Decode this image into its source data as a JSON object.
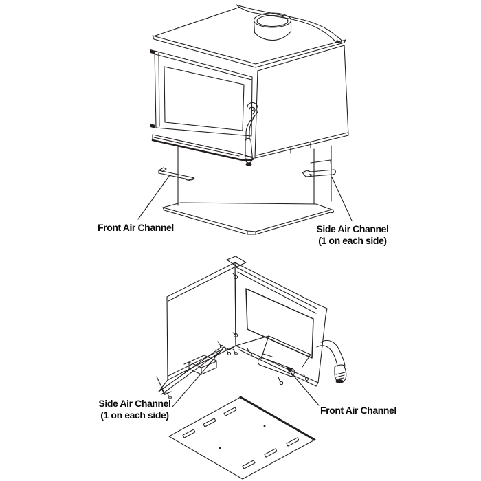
{
  "colors": {
    "line": "#231f20",
    "background": "#ffffff",
    "text": "#0a0a0a"
  },
  "figures": {
    "top": {
      "front_air_channel_label": "Front Air Channel",
      "side_air_channel_label_line1": "Side Air Channel",
      "side_air_channel_label_line2": "(1 on each side)"
    },
    "bottom": {
      "side_air_channel_label_line1": "Side Air Channel",
      "side_air_channel_label_line2": "(1 on each side)",
      "front_air_channel_label": "Front Air Channel"
    }
  }
}
